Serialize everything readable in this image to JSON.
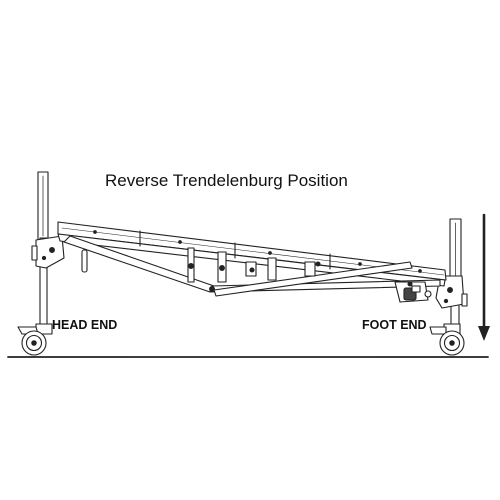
{
  "diagram": {
    "title": "Reverse Trendelenburg Position",
    "head_label": "HEAD END",
    "foot_label": "FOOT END",
    "line_color": "#222222"
  }
}
